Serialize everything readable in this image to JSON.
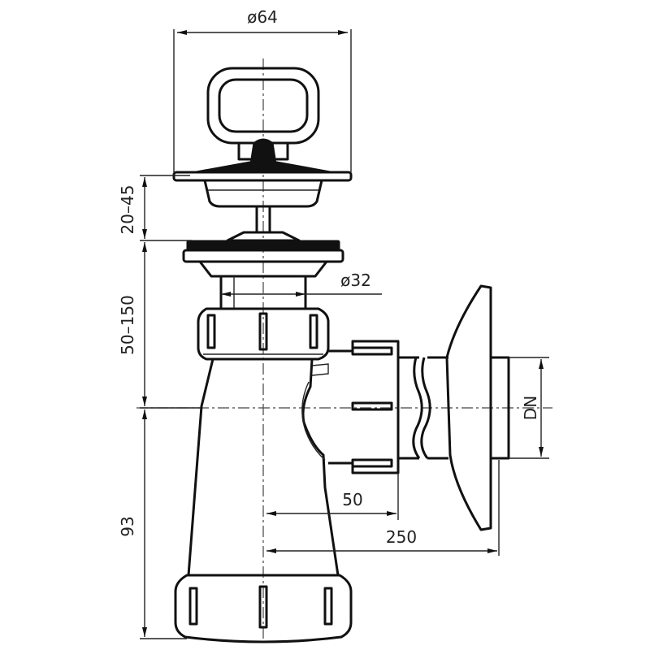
{
  "dimensions": {
    "width_top": "ø64",
    "outlet_diameter": "ø32",
    "height_strainer": "20–45",
    "height_neck": "50–150",
    "height_body": "93",
    "offset_outlet": "50",
    "offset_wall": "250",
    "pipe_dn": "DN"
  }
}
